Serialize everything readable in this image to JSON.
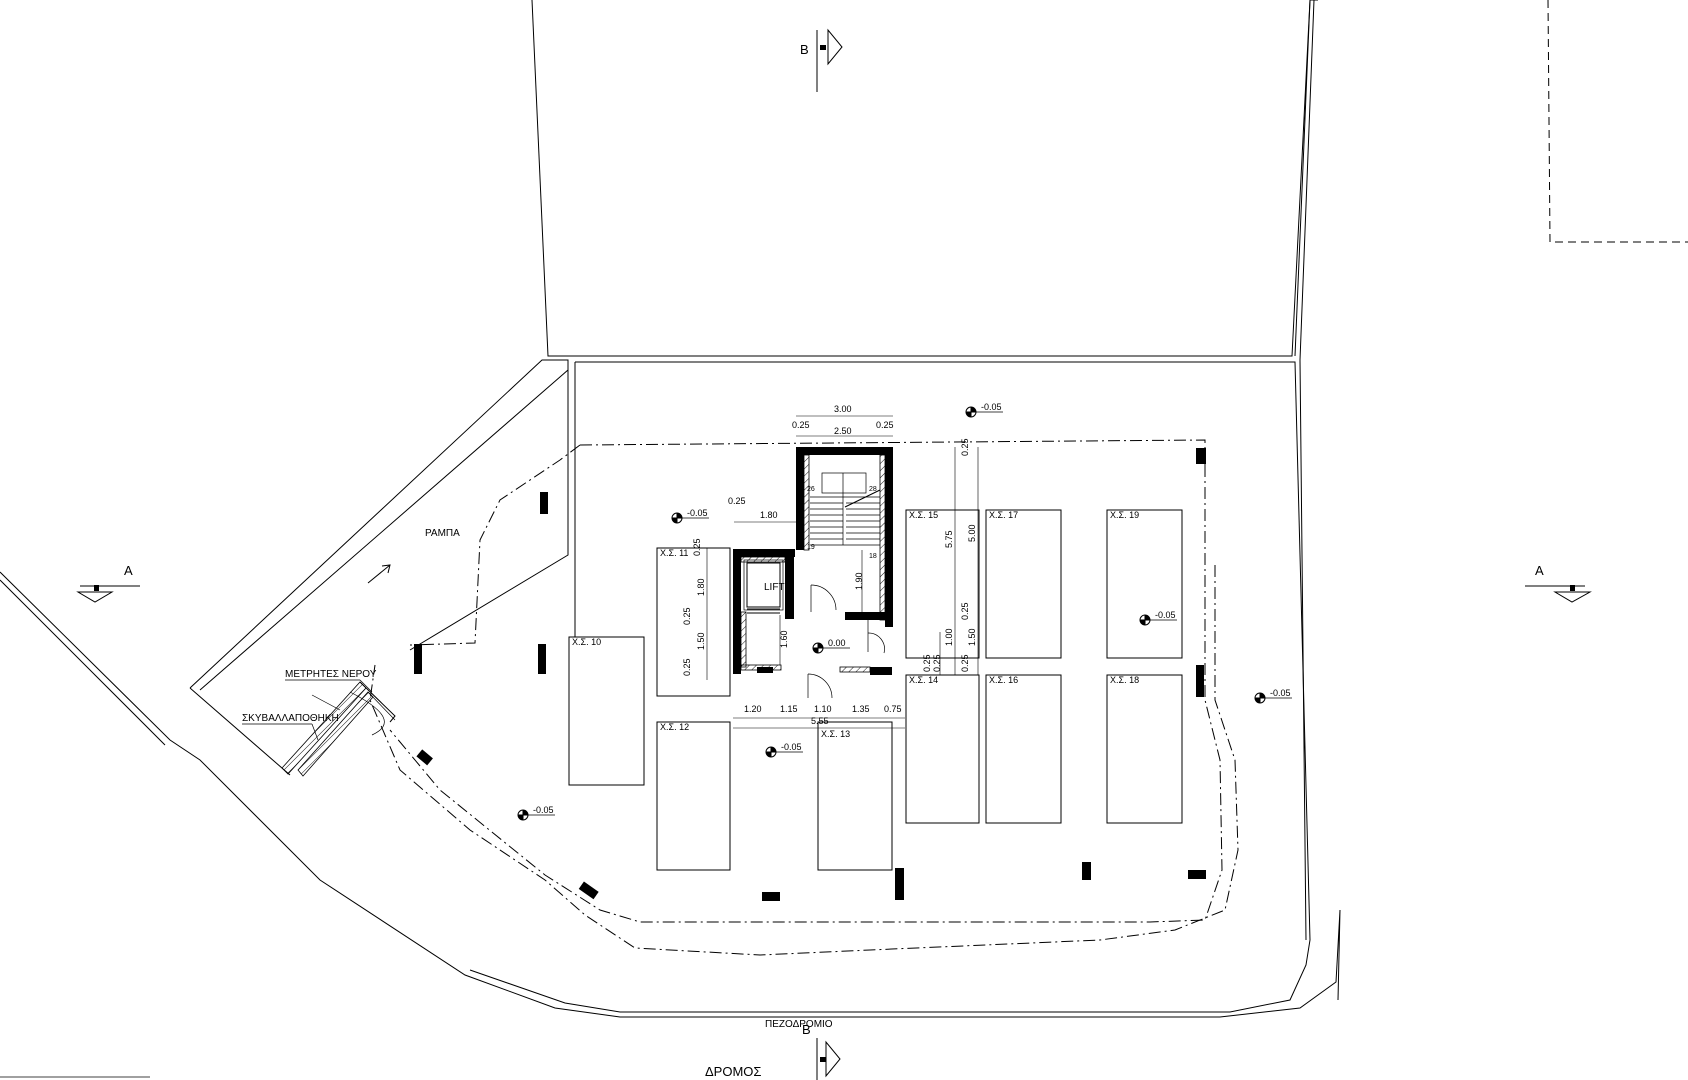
{
  "labels": {
    "ramp": "ΡΑΜΠΑ",
    "water_meters": "ΜΕΤΡΗΤΕΣ ΝΕΡΟΥ",
    "garbage": "ΣΚΥΒΑΛΛΑΠΟΘΗΚΗ",
    "lift": "LIFT",
    "sidewalk": "ΠΕΖΟΔΡΟΜΙΟ",
    "road": "ΔΡΟΜΟΣ"
  },
  "sections": {
    "a_left": "A",
    "a_right": "A",
    "b_top": "B",
    "b_bottom": "B"
  },
  "parking": [
    {
      "id": "p10",
      "label": "Χ.Σ. 10"
    },
    {
      "id": "p11",
      "label": "Χ.Σ. 11"
    },
    {
      "id": "p12",
      "label": "Χ.Σ. 12"
    },
    {
      "id": "p13",
      "label": "Χ.Σ. 13"
    },
    {
      "id": "p14",
      "label": "Χ.Σ. 14"
    },
    {
      "id": "p15",
      "label": "Χ.Σ. 15"
    },
    {
      "id": "p16",
      "label": "Χ.Σ. 16"
    },
    {
      "id": "p17",
      "label": "Χ.Σ. 17"
    },
    {
      "id": "p18",
      "label": "Χ.Σ. 18"
    },
    {
      "id": "p19",
      "label": "Χ.Σ. 19"
    }
  ],
  "levels": {
    "l1": "-0.05",
    "l2": "-0.05",
    "l3": "-0.05",
    "l4": "-0.05",
    "l5": "-0.05",
    "l6": "-0.05",
    "l7": "0.00"
  },
  "dims": {
    "d_3_00": "3.00",
    "d_0_25a": "0.25",
    "d_2_50": "2.50",
    "d_0_25b": "0.25",
    "d_0_25c": "0.25",
    "d_1_80h": "1.80",
    "d_0_25v1": "0.25",
    "d_1_80v": "1.80",
    "d_0_25v2": "0.25",
    "d_1_50v": "1.50",
    "d_0_25v3": "0.25",
    "d_1_90": "1.90",
    "d_1_60": "1.60",
    "d_1_20": "1.20",
    "d_1_15": "1.15",
    "d_1_10": "1.10",
    "d_1_35": "1.35",
    "d_0_75": "0.75",
    "d_5_55": "5.55",
    "d_0_25t": "0.25",
    "d_5_75": "5.75",
    "d_5_00": "5.00",
    "d_0_25r1": "0.25",
    "d_1_00": "1.00",
    "d_1_50r": "1.50",
    "d_0_25r2": "0.25",
    "d_0_25r3": "0.25",
    "d_0_25r4": "0.25"
  },
  "stair_numbers": {
    "s26": "26",
    "s28": "28",
    "s19": "19",
    "s18": "18"
  }
}
